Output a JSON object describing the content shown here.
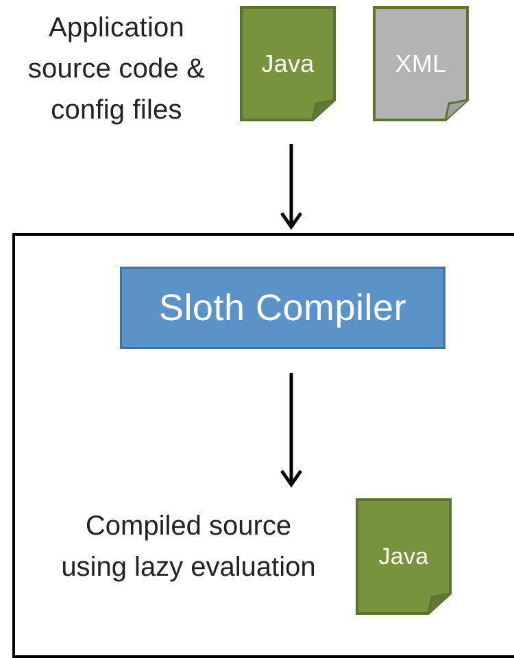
{
  "input": {
    "label_lines": [
      "Application",
      "source code &",
      "config files"
    ],
    "files": [
      {
        "label": "Java",
        "fill": "#77933c",
        "stroke": "#5a7330"
      },
      {
        "label": "XML",
        "fill": "#b3b3b3",
        "stroke": "#5a7330"
      }
    ]
  },
  "compiler": {
    "label": "Sloth Compiler",
    "fill": "#5b92c8"
  },
  "output": {
    "label_lines": [
      "Compiled source",
      "using lazy evaluation"
    ],
    "file": {
      "label": "Java",
      "fill": "#77933c",
      "stroke": "#5a7330"
    }
  }
}
